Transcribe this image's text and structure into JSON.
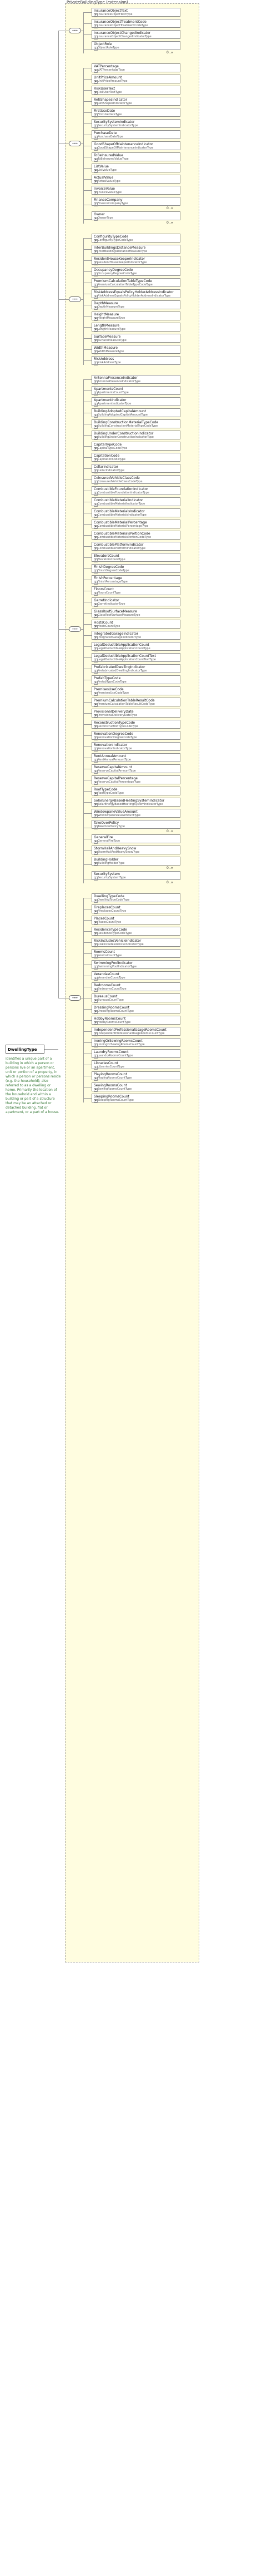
{
  "diagram": {
    "group_label": "PrivateBuildingType (extension)",
    "root": {
      "name": "DwellingType"
    },
    "root_doc": "Identifies a unique part of a building in which a person or persons live or an apartment, unit or portion of a property, in which a person or persons reside (e.g. the household); also referred to as a dwelling or home. Primarily the location of the household and within a building or part of a structure that may be an attached or detached building, flat or apartment, or a part of a house.",
    "sections": [
      {
        "items": [
          {
            "name": "InsuranceObjectText",
            "type": "InsuranceObjectTextType"
          },
          {
            "name": "InsuranceObjectTreatmentCode",
            "type": "InsuranceObjectTreatmentCodeType"
          },
          {
            "name": "InsuranceObjectChangedIndicator",
            "type": "InsuranceObjectChangedIndicatorType"
          },
          {
            "name": "ObjectRole",
            "type": "ObjectRoleType",
            "occ": "0..∞"
          }
        ]
      },
      {
        "items": [
          {
            "name": "VATPercentage",
            "type": "VATPercentageType"
          },
          {
            "name": "UnitPriceAmount",
            "type": "UnitPriceAmountType"
          },
          {
            "name": "RiskUserText",
            "type": "RiskUserTextType"
          },
          {
            "name": "RetiShapesIndicator",
            "type": "RetiShapesIndicatorType"
          },
          {
            "name": "FirstUseDate",
            "type": "FirstUseDateType"
          },
          {
            "name": "SecuritySystemIndicator",
            "type": "SecuritySystemIndicatorType"
          },
          {
            "name": "PurchaseDate",
            "type": "PurchaseDateType"
          },
          {
            "name": "GoodShapeOfMaintenanceIndicator",
            "type": "GoodShapeOfMaintenanceIndicatorType"
          },
          {
            "name": "ToBeInsuredValue",
            "type": "ToBeInsuredValueType"
          },
          {
            "name": "ListValue",
            "type": "ListValueType"
          },
          {
            "name": "ActualValue",
            "type": "ActualValueType"
          },
          {
            "name": "InvoiceValue",
            "type": "InvoiceValueType"
          },
          {
            "name": "FinanceCompany",
            "type": "FinanceCompanyType",
            "occ": "0..∞"
          },
          {
            "name": "Owner",
            "type": "OwnerType",
            "occ": "0..∞"
          }
        ]
      },
      {
        "items": [
          {
            "name": "ConfigurityTypeCode",
            "type": "ConfigurityTypeCodeType"
          },
          {
            "name": "InterBuildingsDistanceMeasure",
            "type": "InterBuildingsDistanceMeasureType"
          },
          {
            "name": "ResidentHouseKeeperIndicator",
            "type": "ResidentHouseKeeperIndicatorType"
          },
          {
            "name": "OccupancyDegreeCode",
            "type": "OccupancyDegreeCodeType"
          },
          {
            "name": "PremiumCalculationTableTypeCode",
            "type": "PremiumCalculationTableTypeCodeType"
          },
          {
            "name": "RiskAddressEqualsPolicyHolderAddressIndicator",
            "type": "RiskAddressEqualsPolicyHolderAddressIndicatorType"
          },
          {
            "name": "DepthMeasure",
            "type": "DepthMeasureType"
          },
          {
            "name": "HeightMeasure",
            "type": "HeightMeasureType"
          },
          {
            "name": "LengthMeasure",
            "type": "LengthMeasureType"
          },
          {
            "name": "SurfaceMeasure",
            "type": "SurfaceMeasureType"
          },
          {
            "name": "WidthMeasure",
            "type": "WidthMeasureType"
          },
          {
            "name": "RiskAddress",
            "type": "RiskAddressType"
          }
        ]
      },
      {
        "items": [
          {
            "name": "AntennaPresenceIndicator",
            "type": "AntennaPresenceIndicatorType"
          },
          {
            "name": "ApartmentsCount",
            "type": "ApartmentsCountType"
          },
          {
            "name": "ApartmentIndicator",
            "type": "ApartmentIndicatorType"
          },
          {
            "name": "BuildingAdoptedCapitalAmount",
            "type": "BuildingAdoptedCapitalAmountType"
          },
          {
            "name": "BuildingConstructionMaterialTypeCode",
            "type": "BuildingConstructionMaterialTypeCodeType"
          },
          {
            "name": "BuildingUnderConstructionIndicator",
            "type": "BuildingUnderConstructionIndicatorType"
          },
          {
            "name": "CapitalTypeCode",
            "type": "CapitalTypeCodeType"
          },
          {
            "name": "CapitationCode",
            "type": "CapitationCodeType"
          },
          {
            "name": "CellarIndicator",
            "type": "CellarIndicatorType"
          },
          {
            "name": "CoinsuredVehicleClassCode",
            "type": "CoinsuredVehicleClassCodeType"
          },
          {
            "name": "CombustibleFoundationIndicator",
            "type": "CombustibleFoundationIndicatorType"
          },
          {
            "name": "CombustibleMaterialIndicator",
            "type": "CombustibleMaterialIndicatorType"
          },
          {
            "name": "CombustibleMaterialsIndicator",
            "type": "CombustibleMaterialsIndicatorType"
          },
          {
            "name": "CombustibleMaterialPercentage",
            "type": "CombustibleMaterialPercentageType"
          },
          {
            "name": "CombustibleMaterialsPortionCode",
            "type": "CombustibleMaterialsPortionCodeType"
          },
          {
            "name": "CombustiblePlatformIndicator",
            "type": "CombustiblePlatformIndicatorType"
          },
          {
            "name": "ElevatorsCount",
            "type": "ElevatorsCountType"
          },
          {
            "name": "FinishDegreeCode",
            "type": "FinishDegreeCodeType"
          },
          {
            "name": "FinishPercentage",
            "type": "FinishPercentageType"
          },
          {
            "name": "FloorsCount",
            "type": "FloorsCountType"
          },
          {
            "name": "GarretIndicator",
            "type": "GarretIndicatorType"
          },
          {
            "name": "GlassRoofSurfaceMeasure",
            "type": "GlassRoofSurfaceMeasureType"
          },
          {
            "name": "HostsCount",
            "type": "HostsCountType"
          },
          {
            "name": "IntegratedGarageIndicator",
            "type": "IntegratedGarageIndicatorType"
          },
          {
            "name": "LegalDeductibleApplicationCount",
            "type": "LegalDeductibleApplicationCountType"
          },
          {
            "name": "LegalDeductibleApplicationCountText",
            "type": "LegalDeductibleApplicationCountTextType"
          },
          {
            "name": "PrefabricatedDwellingIndicator",
            "type": "PrefabricatedDwellingIndicatorType"
          },
          {
            "name": "PrefabTypeCode",
            "type": "PrefabTypeCodeType"
          },
          {
            "name": "PremisesUseCode",
            "type": "PremisesUseCodeType"
          },
          {
            "name": "PremiumCalculationTableResultCode",
            "type": "PremiumCalculationTableResultCodeType"
          },
          {
            "name": "ProvisionalDeliveryDate",
            "type": "ProvisionalDeliveryDateType"
          },
          {
            "name": "ReconstructionTypeCode",
            "type": "ReconstructionTypeCodeType"
          },
          {
            "name": "RenovationDegreeCode",
            "type": "RenovationDegreeCodeType"
          },
          {
            "name": "RenovationIndicator",
            "type": "RenovationIndicatorType"
          },
          {
            "name": "RentAnnualAmount",
            "type": "RentAnnualAmountType"
          },
          {
            "name": "ReserveCapitalAmount",
            "type": "ReserveCapitalAmountType"
          },
          {
            "name": "ReserveCapitalPercentage",
            "type": "ReserveCapitalPercentageType"
          },
          {
            "name": "RoofTypeCode",
            "type": "RoofTypeCodeType"
          },
          {
            "name": "SolarEnergyBasedHeatingSystemIndicator",
            "type": "SolarEnergyBasedHeatingSystemIndicatorType"
          },
          {
            "name": "WindowpaneValueAmount",
            "type": "WindowpaneValueAmountType"
          },
          {
            "name": "TakeOverPolicy",
            "type": "TakeOverPolicyType",
            "occ": "0..∞"
          },
          {
            "name": "GeneralFire",
            "type": "GeneralFireType"
          },
          {
            "name": "StormHailAndHeavySnow",
            "type": "StormHailAndHeavySnowType"
          },
          {
            "name": "BuildingHolder",
            "type": "BuildingHolderType",
            "occ": "0..∞"
          },
          {
            "name": "SecuritySystem",
            "type": "SecuritySystemType",
            "occ": "0..∞"
          }
        ]
      },
      {
        "items": [
          {
            "name": "DwellingTypeCode",
            "type": "DwellingTypeCodeType"
          },
          {
            "name": "FireplacesCount",
            "type": "FireplacesCountType"
          },
          {
            "name": "PlacesCount",
            "type": "PlacesCountType"
          },
          {
            "name": "ResidenceTypeCode",
            "type": "ResidenceTypeCodeType"
          },
          {
            "name": "RiskIncludesVehicleIndicator",
            "type": "RiskIncludesVehicleIndicatorType"
          },
          {
            "name": "RoomsCount",
            "type": "RoomsCountType"
          },
          {
            "name": "SwimmingPoolIndicator",
            "type": "SwimmingPoolIndicatorType"
          },
          {
            "name": "VerandasCount",
            "type": "VerandasCountType"
          },
          {
            "name": "BedroomsCount",
            "type": "BedroomsCountType"
          },
          {
            "name": "BureausCount",
            "type": "BureausCountType"
          },
          {
            "name": "DressingRoomsCount",
            "type": "DressingRoomsCountType"
          },
          {
            "name": "HobbyRoomsCount",
            "type": "HobbyRoomsCountType"
          },
          {
            "name": "IndependentProfessionalUsageRoomsCount",
            "type": "IndependentProfessionalUsageRoomsCountType"
          },
          {
            "name": "IroningOrSewingRoomsCount",
            "type": "IroningOrSewingRoomsCountType"
          },
          {
            "name": "LaundryRoomsCount",
            "type": "LaundryRoomsCountType"
          },
          {
            "name": "LibrariesCount",
            "type": "LibrariesCountType"
          },
          {
            "name": "PlayingRoomsCount",
            "type": "PlayingRoomsCountType"
          },
          {
            "name": "SewingRoomsCount",
            "type": "SewingRoomsCountType"
          },
          {
            "name": "SleepingRoomsCount",
            "type": "SleepingRoomsCountType"
          }
        ]
      }
    ]
  }
}
